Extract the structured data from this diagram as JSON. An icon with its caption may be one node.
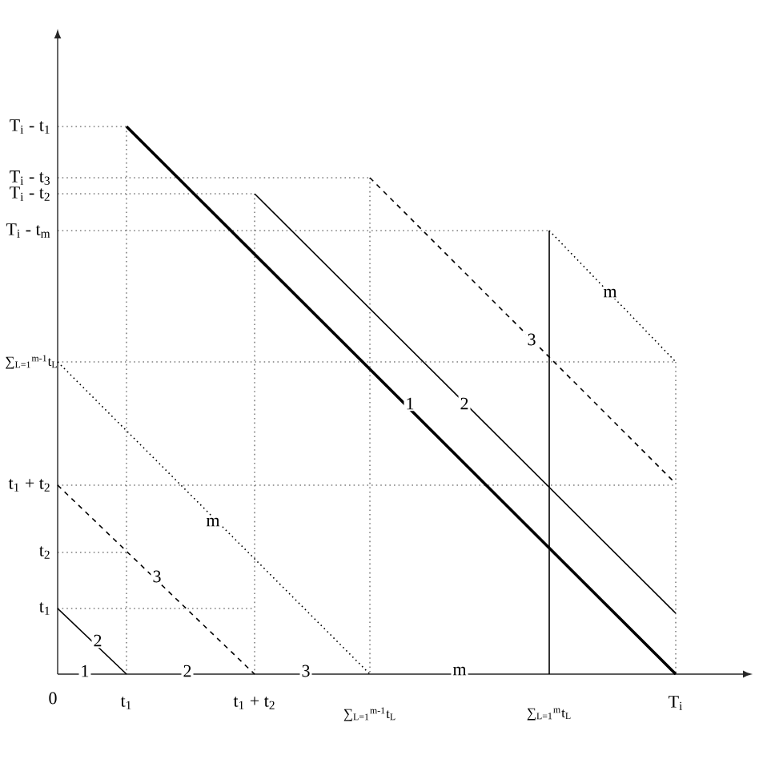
{
  "diagram": {
    "labels": [
      "T$_{i}$ - t$_{1}$",
      "T$_{i}$ - t$_{3}$",
      "T$_{i}$ - t$_{2}$",
      "T$_{i}$ - t$_{m}$",
      "m",
      "3",
      "∑$_{L=1}$$^{m-1}$t$_{L}$",
      "1",
      "2",
      "t$_{1}$ + t$_{2}$",
      "m",
      "t$_{2}$",
      "3",
      "t$_{1}$",
      "2",
      "1",
      "2",
      "3",
      "m",
      "0",
      "t$_{1}$",
      "t$_{1}$ + t$_{2}$",
      "∑$_{L=1}$$^{m-1}$t$_{L}$",
      "∑$_{L=1}$$^{m}$t$_{L}$",
      "T$_{i}$"
    ]
  }
}
